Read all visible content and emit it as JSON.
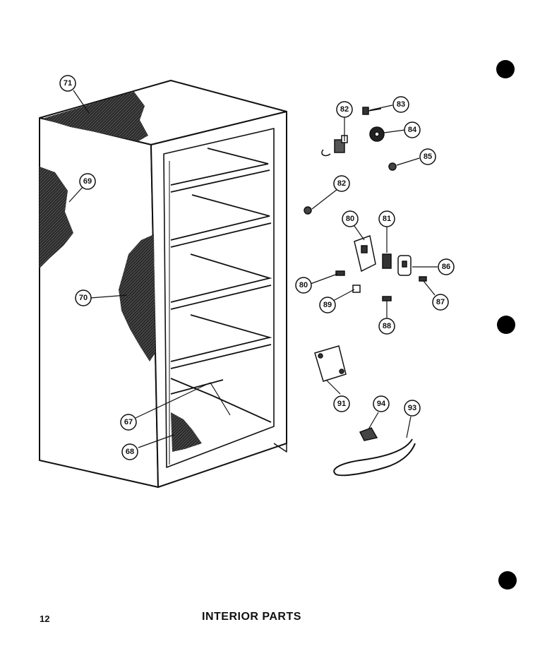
{
  "page": {
    "number": "12",
    "title": "INTERIOR PARTS"
  },
  "callouts": {
    "c67": "67",
    "c68": "68",
    "c69": "69",
    "c70": "70",
    "c71": "71",
    "c80a": "80",
    "c80b": "80",
    "c81": "81",
    "c82a": "82",
    "c82b": "82",
    "c83": "83",
    "c84": "84",
    "c85": "85",
    "c86": "86",
    "c87": "87",
    "c88": "88",
    "c89": "89",
    "c91": "91",
    "c93": "93",
    "c94": "94"
  },
  "colors": {
    "ink": "#111111",
    "paper": "#ffffff"
  }
}
